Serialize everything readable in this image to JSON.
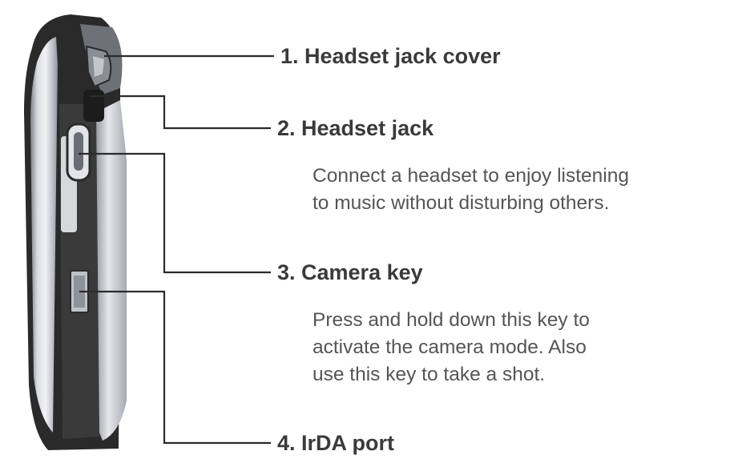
{
  "callouts": [
    {
      "title": "1. Headset jack cover",
      "description": []
    },
    {
      "title": "2. Headset jack",
      "description": [
        "Connect a headset to enjoy listening",
        "to music without disturbing others."
      ]
    },
    {
      "title": "3. Camera key",
      "description": [
        "Press and hold down this key to",
        "activate the camera mode. Also",
        "use this key to take a shot."
      ]
    },
    {
      "title": "4. IrDA port",
      "description": []
    }
  ],
  "colors": {
    "text": "#3a3a3a",
    "description_text": "#555555",
    "leader_line": "#2b2b2b",
    "phone_dark": "#2a2a2a",
    "phone_silver": "#c9ccd1"
  }
}
